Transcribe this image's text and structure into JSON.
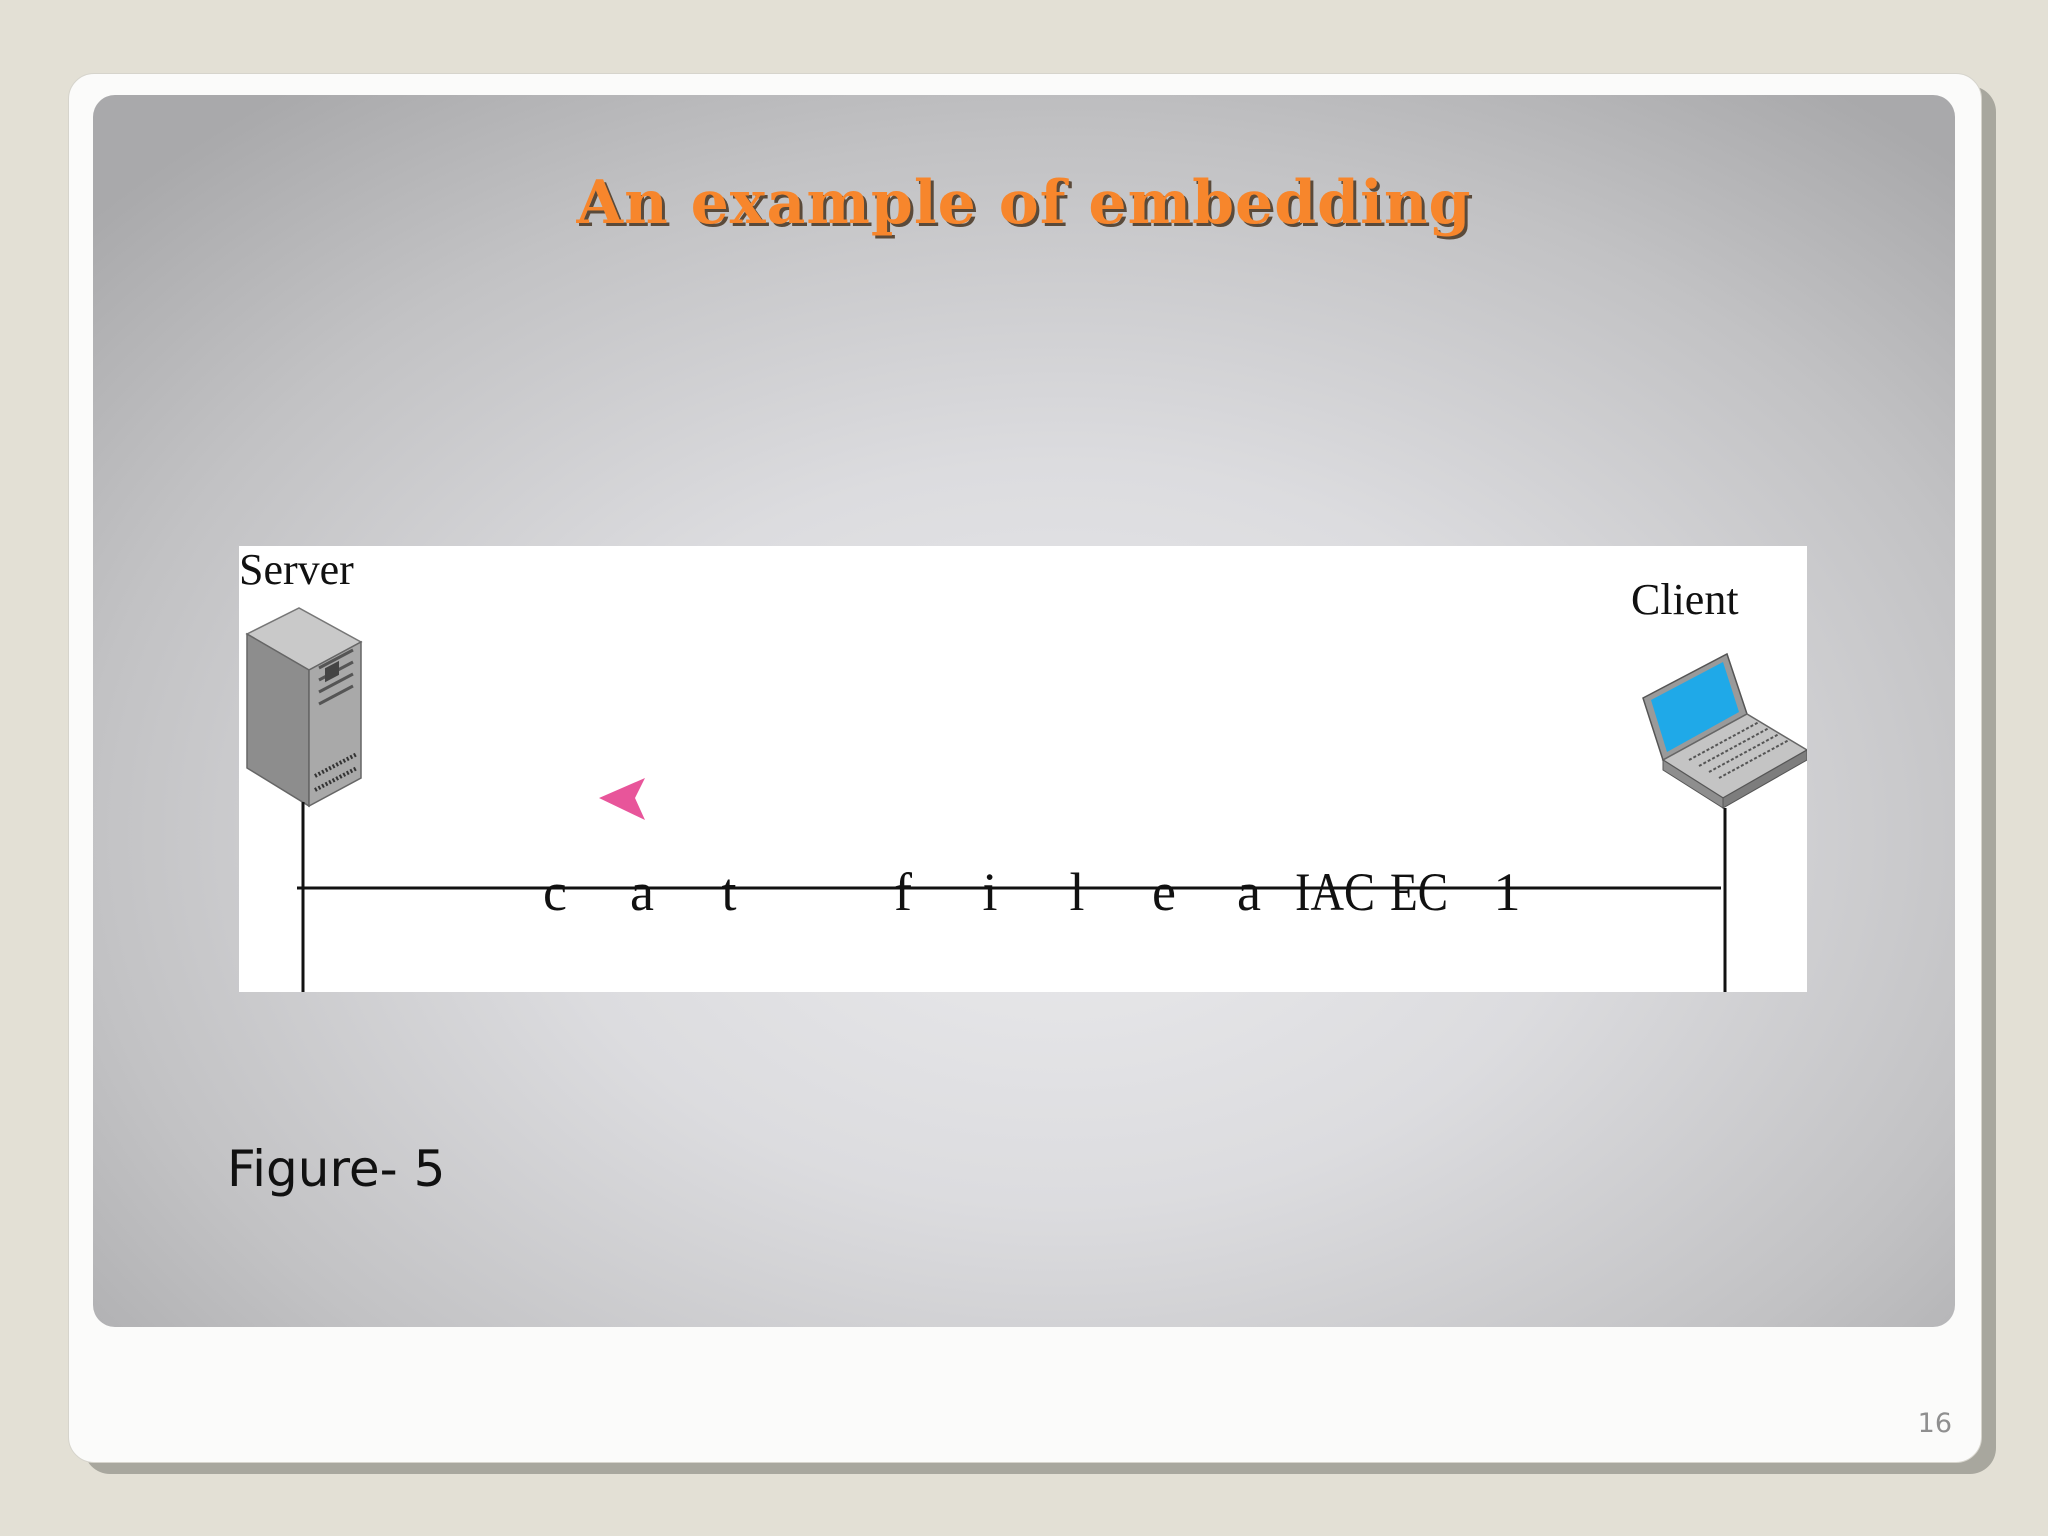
{
  "slide": {
    "title": "An example of embedding",
    "caption": "Figure- 5",
    "page_number": "16"
  },
  "figure": {
    "server_label": "Server",
    "client_label": "Client",
    "characters": [
      "c",
      "a",
      "t",
      "f",
      "i",
      "l",
      "e",
      "a",
      "IAC",
      "EC",
      "1"
    ],
    "arrow_color": "#e8559a",
    "laptop_screen_color": "#1fa9e8"
  }
}
